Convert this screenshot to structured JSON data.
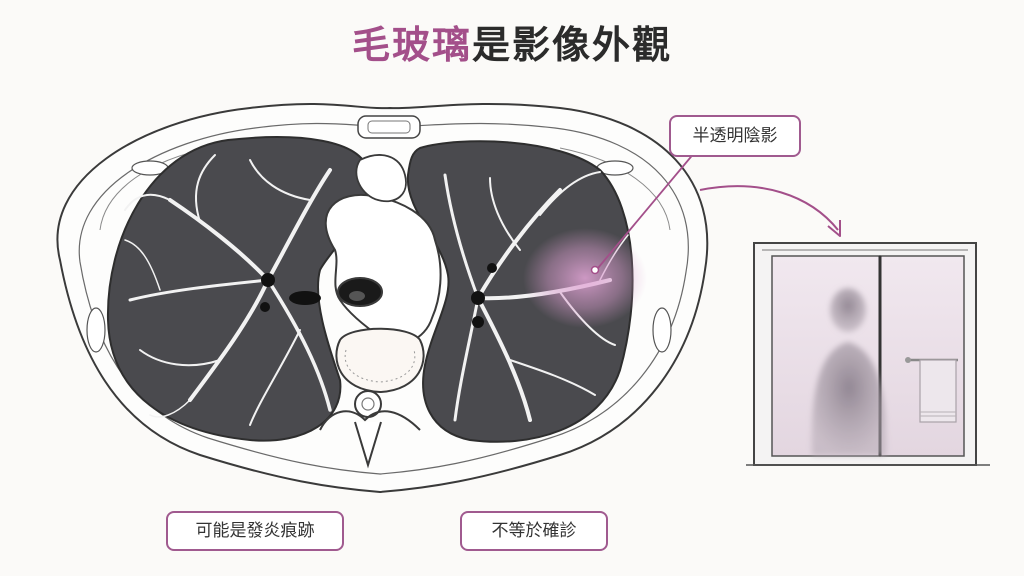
{
  "title": {
    "highlight": "毛玻璃",
    "rest": "是影像外觀"
  },
  "labels": {
    "translucent": "半透明陰影",
    "inflammation": "可能是發炎痕跡",
    "not_diagnosis": "不等於確診"
  },
  "colors": {
    "accent": "#a34f8a",
    "outline": "#3a3a3a",
    "lung_fill": "#4a4a4e",
    "glass_tint": "#e9dbe6"
  }
}
